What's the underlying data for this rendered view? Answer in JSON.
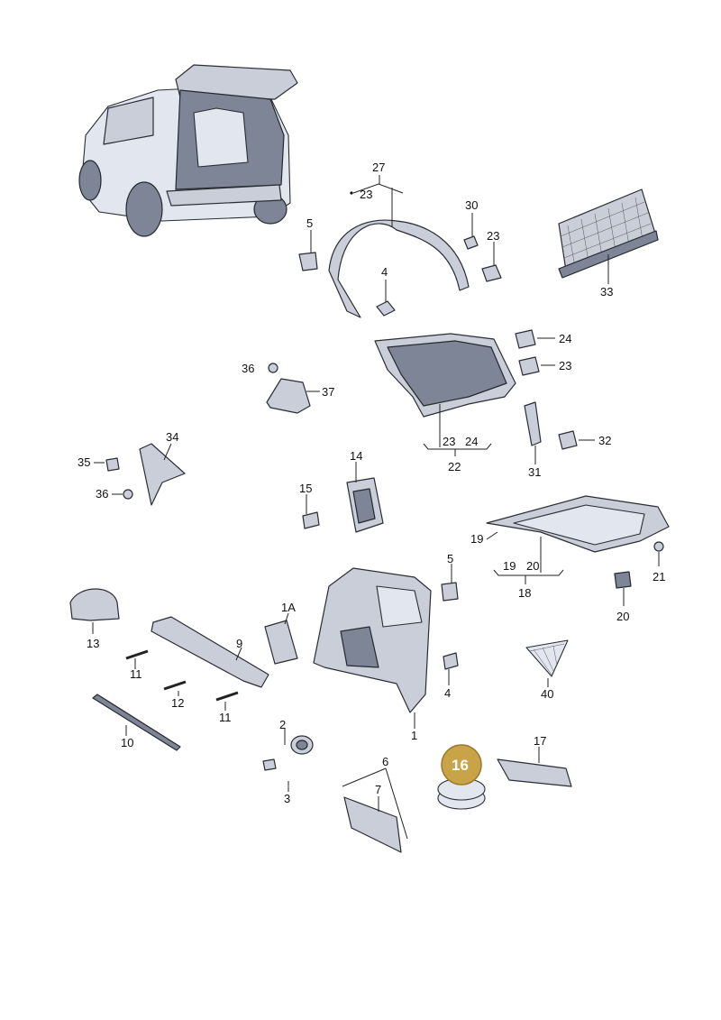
{
  "callouts": {
    "c1": "1",
    "c1A": "1A",
    "c2": "2",
    "c3": "3",
    "c4a": "4",
    "c4b": "4",
    "c5a": "5",
    "c5b": "5",
    "c6": "6",
    "c7": "7",
    "c9": "9",
    "c10": "10",
    "c11a": "11",
    "c11b": "11",
    "c12": "12",
    "c13": "13",
    "c14": "14",
    "c15": "15",
    "c16": "16",
    "c17": "17",
    "c18": "18",
    "c19a": "19",
    "c19b": "19",
    "c20a": "20",
    "c20b": "20",
    "c21": "21",
    "c22": "22",
    "c23a": "23",
    "c23b": "23",
    "c23c": "23",
    "c23d": "23",
    "c24a": "24",
    "c24b": "24",
    "c27": "27",
    "c30": "30",
    "c31": "31",
    "c32": "32",
    "c33": "33",
    "c34": "34",
    "c35": "35",
    "c36a": "36",
    "c36b": "36",
    "c37": "37",
    "c40": "40"
  },
  "colors": {
    "line": "#222222",
    "part_fill": "#c9ced8",
    "part_dark": "#7d8596",
    "badge": "#c9a347"
  }
}
